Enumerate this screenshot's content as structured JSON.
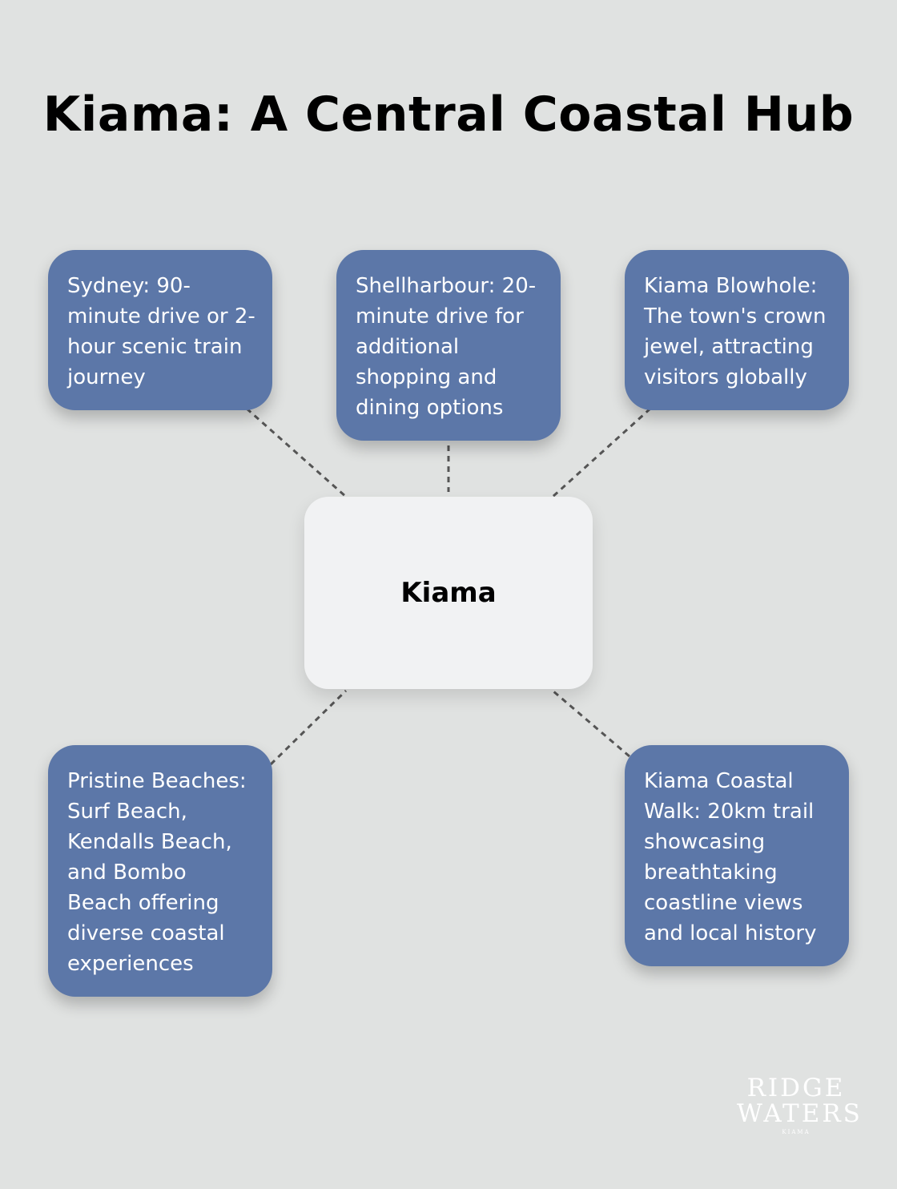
{
  "title": "Kiama: A Central Coastal Hub",
  "center": {
    "label": "Kiama"
  },
  "nodes": [
    {
      "text": "Sydney: 90-minute drive or 2-hour scenic train journey"
    },
    {
      "text": "Shellharbour: 20-minute drive for additional shopping and dining options"
    },
    {
      "text": "Kiama Blowhole: The town's crown jewel, attracting visitors globally"
    },
    {
      "text": "Pristine Beaches: Surf Beach, Kendalls Beach, and Bombo Beach offering diverse coastal experiences"
    },
    {
      "text": "Kiama Coastal Walk: 20km trail showcasing breathtaking coastline views and local history"
    }
  ],
  "logo": {
    "line1": "RIDGE",
    "line2": "WATERS",
    "line3": "KIAMA"
  },
  "colors": {
    "background": "#e0e2e1",
    "node_fill": "#5c77a8",
    "center_fill": "#f1f2f3",
    "connector": "#555555"
  }
}
